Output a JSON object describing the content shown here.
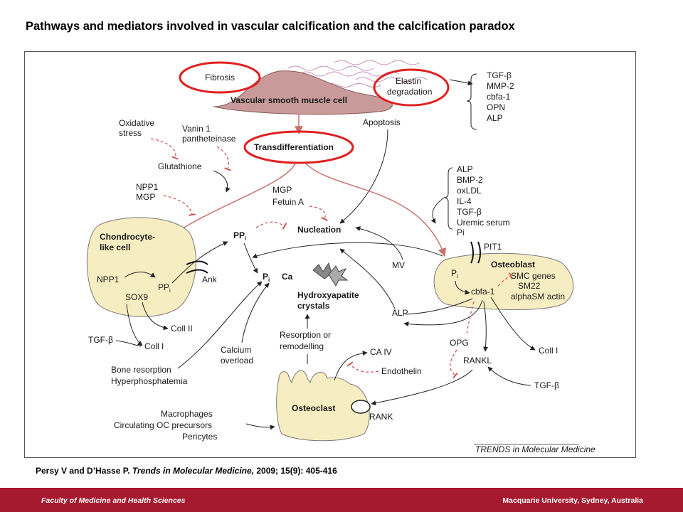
{
  "title": "Pathways and mediators involved in vascular calcification and the calcification paradox",
  "diagram": {
    "vsmc": "Vascular smooth muscle cell",
    "fibrosis": "Fibrosis",
    "elastin_1": "Elastin",
    "elastin_2": "degradation",
    "elastin_markers": [
      "TGF-β",
      "MMP-2",
      "cbfa-1",
      "OPN",
      "ALP"
    ],
    "apoptosis": "Apoptosis",
    "oxidative_1": "Oxidative",
    "oxidative_2": "stress",
    "vanin_1": "Vanin 1",
    "vanin_2": "pantheteinase",
    "transdiff": "Transdifferentiation",
    "glutathione": "Glutathione",
    "npp1_top": "NPP1",
    "mgp_top": "MGP",
    "mgp_mid": "MGP",
    "fetuin": "Fetuin A",
    "nucleation": "Nucleation",
    "osteo_inducers": [
      "ALP",
      "BMP-2",
      "oxLDL",
      "IL-4",
      "TGF-β",
      "Uremic serum",
      "Pi"
    ],
    "chondro_1": "Chondrocyte-",
    "chondro_2": "like cell",
    "npp1_cell": "NPP1",
    "ppi_cell": "PP",
    "sox9": "SOX9",
    "ank": "Ank",
    "ppi_mid": "PP",
    "pi_mid": "P",
    "ca": "Ca",
    "sub_i": "i",
    "hydroxy_1": "Hydroxyapatite",
    "hydroxy_2": "crystals",
    "mv": "MV",
    "pit1": "PIT1",
    "osteoblast": "Osteoblast",
    "pi_ob": "P",
    "cbfa1": "cbfa-1",
    "smc_genes": [
      "SMC genes",
      "SM22",
      "alphaSM actin"
    ],
    "alp_low": "ALP",
    "coll2": "Coll II",
    "coll1_left": "Coll I",
    "tgfb_left": "TGF-β",
    "calcium_1": "Calcium",
    "calcium_2": "overload",
    "resorption_1": "Resorption or",
    "resorption_2": "remodelling",
    "bone_1": "Bone resorption",
    "bone_2": "Hyperphosphatemia",
    "caiv": "CA IV",
    "endothelin": "Endothelin",
    "opg": "OPG",
    "rankl": "RANKL",
    "coll1_right": "Coll I",
    "tgfb_right": "TGF-β",
    "osteoclast": "Osteoclast",
    "rank": "RANK",
    "oc_sources": [
      "Macrophages",
      "Circulating OC precursors",
      "Pericytes"
    ],
    "journal_tag": "TRENDS in Molecular Medicine"
  },
  "citation": {
    "authors": "Persy V and D’Hasse P. ",
    "journal": "Trends in Molecular Medicine,",
    "details": " 2009; 15(9): 405-416"
  },
  "footer": {
    "left": "Faculty of Medicine and Health Sciences",
    "right": "Macquarie University, Sydney, Australia"
  },
  "colors": {
    "brand_red": "#a6192e",
    "highlight_red": "#e02020",
    "cell_fill": "#f6eec2",
    "vsmc_fill": "#c99a9a",
    "pink_arrow": "#c9736f",
    "inhibit_red": "#d05050"
  }
}
